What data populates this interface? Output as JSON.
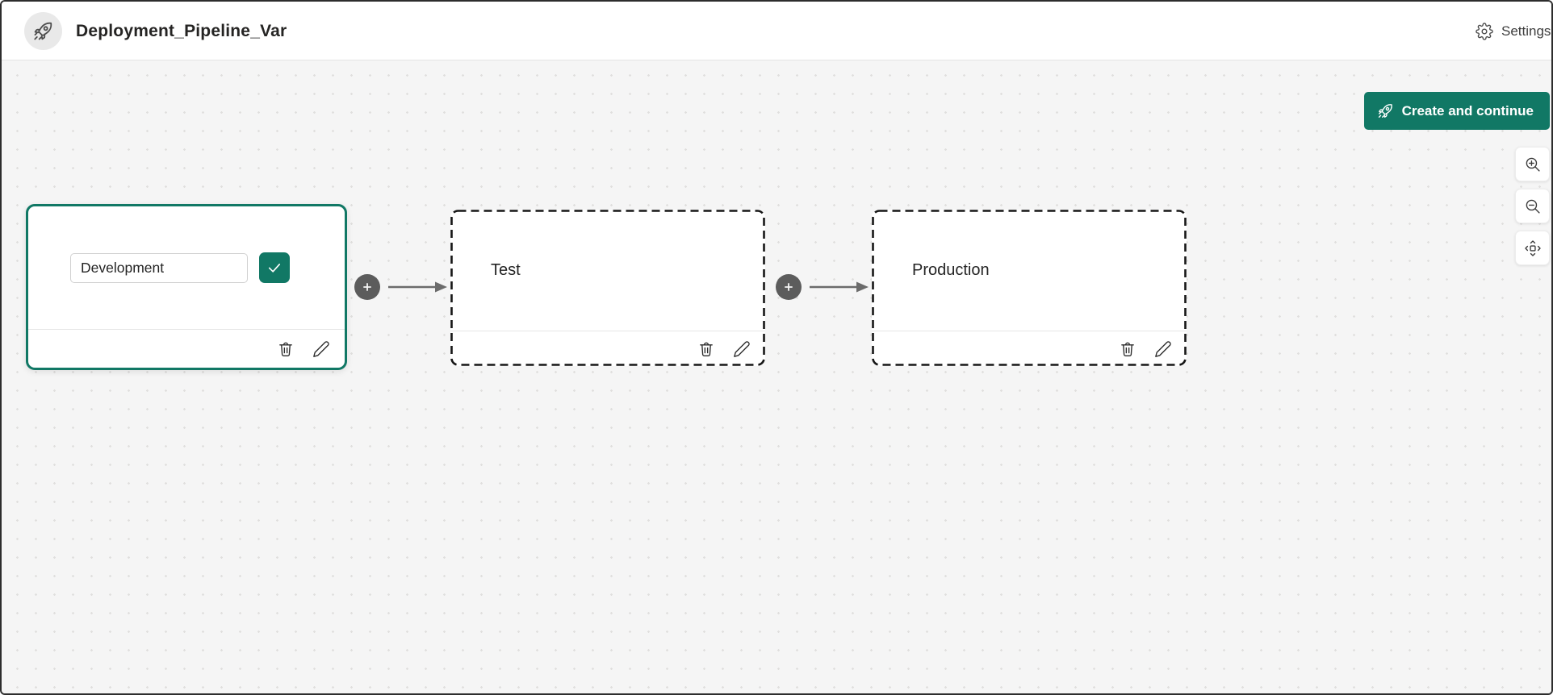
{
  "header": {
    "title": "Deployment_Pipeline_Var",
    "settings_label": "Settings"
  },
  "toolbar": {
    "create_button_label": "Create and continue"
  },
  "stages": [
    {
      "name": "Development",
      "state": "editing",
      "input_value": "Development"
    },
    {
      "name": "Test",
      "state": "empty"
    },
    {
      "name": "Production",
      "state": "empty"
    }
  ],
  "zoom_controls": {
    "zoom_in": "magnifier-plus",
    "zoom_out": "magnifier-minus",
    "fit": "fit-to-screen"
  },
  "icons": {
    "header_avatar": "rocket-icon",
    "settings": "gear-icon",
    "create_button": "rocket-icon",
    "stage_delete": "trash-icon",
    "stage_edit": "pencil-icon",
    "connector_add": "plus-icon",
    "confirm_name": "check-icon"
  },
  "colors": {
    "accent_teal": "#117865",
    "canvas_background": "#f5f5f5",
    "header_background": "#ffffff",
    "dashed_border": "#161616",
    "connector_gray": "#5c5c5c",
    "frame_border": "#2d2d2d"
  }
}
